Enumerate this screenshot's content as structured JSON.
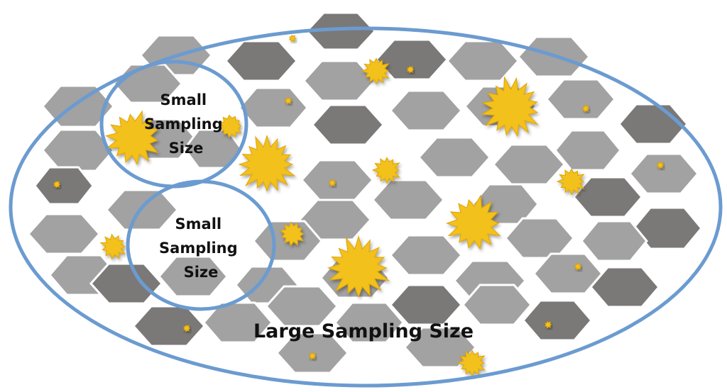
{
  "labels": {
    "small_1": [
      "Small",
      "Sampling",
      "Size"
    ],
    "small_2": [
      "Small",
      "Sampling",
      "Size"
    ],
    "large": "Large Sampling Size"
  },
  "colors": {
    "hex_light": "#a2a2a2",
    "hex_dark": "#7b7878",
    "ellipse_stroke": "#6b9bd0",
    "star_fill": "#f3c11d",
    "star_stroke": "#e0a400"
  }
}
